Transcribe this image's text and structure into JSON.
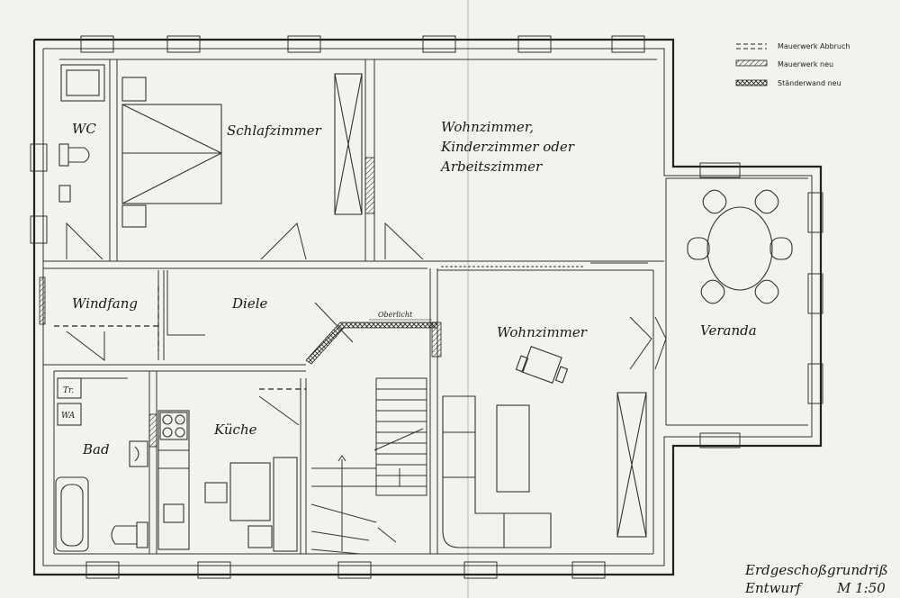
{
  "legend": {
    "items": [
      {
        "label": "Mauerwerk Abbruch",
        "style": "dashed"
      },
      {
        "label": "Mauerwerk neu",
        "style": "hatched"
      },
      {
        "label": "Ständerwand neu",
        "style": "crosshatched"
      }
    ]
  },
  "rooms": {
    "wc": "WC",
    "schlafzimmer": "Schlafzimmer",
    "wohnzimmer_alt_1": "Wohnzimmer,",
    "wohnzimmer_alt_2": "Kinderzimmer oder",
    "wohnzimmer_alt_3": "Arbeitszimmer",
    "windfang": "Windfang",
    "diele": "Diele",
    "oberlicht": "Oberlicht",
    "wohnzimmer": "Wohnzimmer",
    "veranda": "Veranda",
    "tr": "Tr.",
    "wa": "WA",
    "bad": "Bad",
    "kueche": "Küche"
  },
  "title_block": {
    "line1": "Erdgeschoßgrundriß",
    "line2_left": "Entwurf",
    "line2_right": "M 1:50"
  },
  "colors": {
    "paper": "#f3f2ee",
    "ink": "#222222"
  }
}
